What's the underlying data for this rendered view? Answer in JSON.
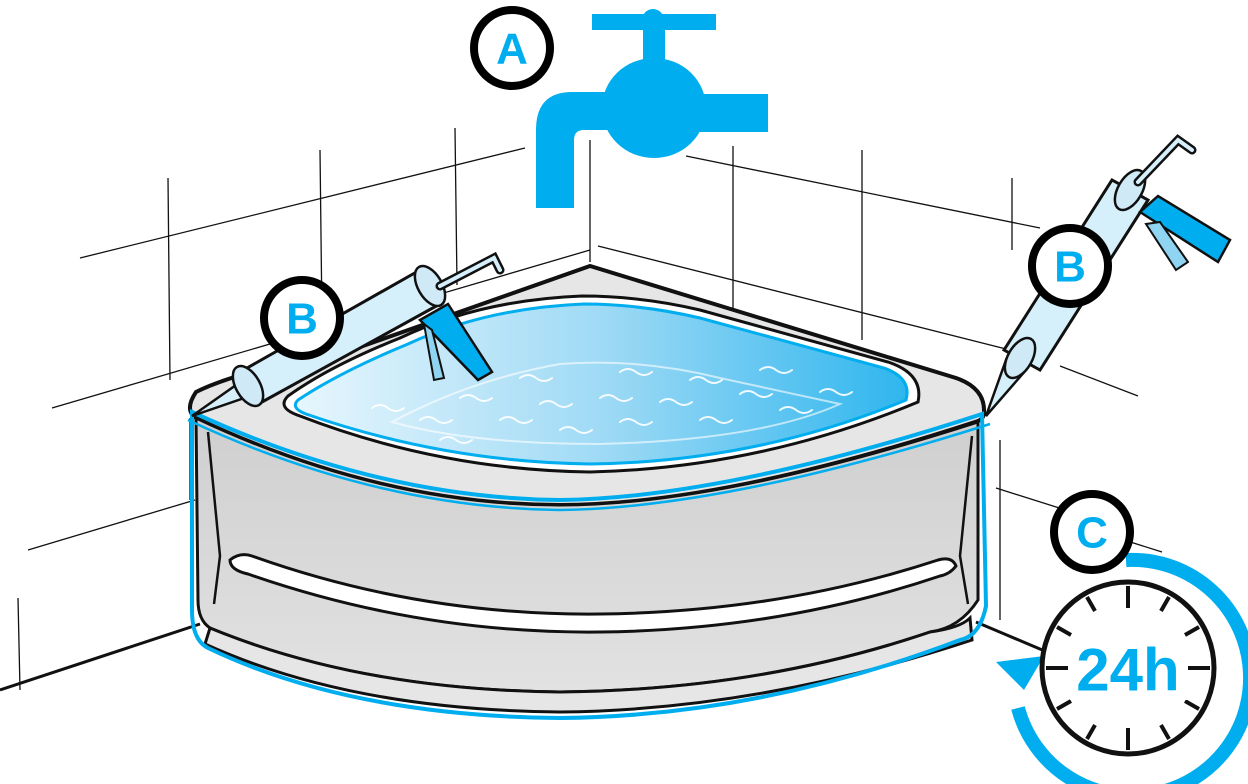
{
  "labels": {
    "a": "A",
    "b": "B",
    "c": "C",
    "clock": "24h"
  },
  "colors": {
    "accent": "#00AEEF",
    "ink": "#111111",
    "panel": "#DCDCDC",
    "rim": "#E4E4E4",
    "water_light": "#D6F0FB"
  },
  "icons": [
    "tap-icon",
    "caulk-gun-icon",
    "clock-icon",
    "refresh-arrow-icon"
  ]
}
